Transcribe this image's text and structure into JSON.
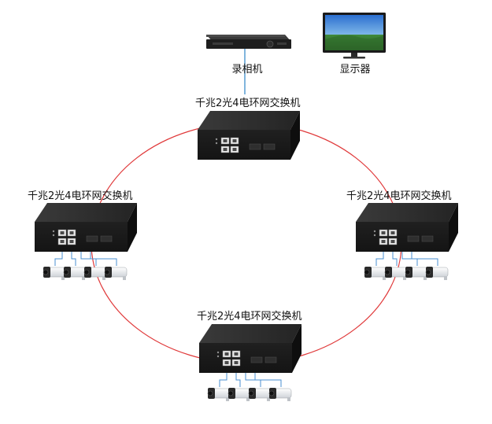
{
  "nvr": {
    "label": "录相机"
  },
  "monitor": {
    "label": "显示器"
  },
  "switches": [
    {
      "id": "top",
      "label": "千兆2光4电环网交换机",
      "cameras": 0
    },
    {
      "id": "left",
      "label": "千兆2光4电环网交换机",
      "cameras": 4
    },
    {
      "id": "right",
      "label": "千兆2光4电环网交换机",
      "cameras": 4
    },
    {
      "id": "bottom",
      "label": "千兆2光4电环网交换机",
      "cameras": 4
    }
  ],
  "colors": {
    "ring": "#e0393a",
    "uplink": "#2b84c6",
    "camera_link": "#4a8fd0",
    "switch_body": "#1c1c1c"
  }
}
